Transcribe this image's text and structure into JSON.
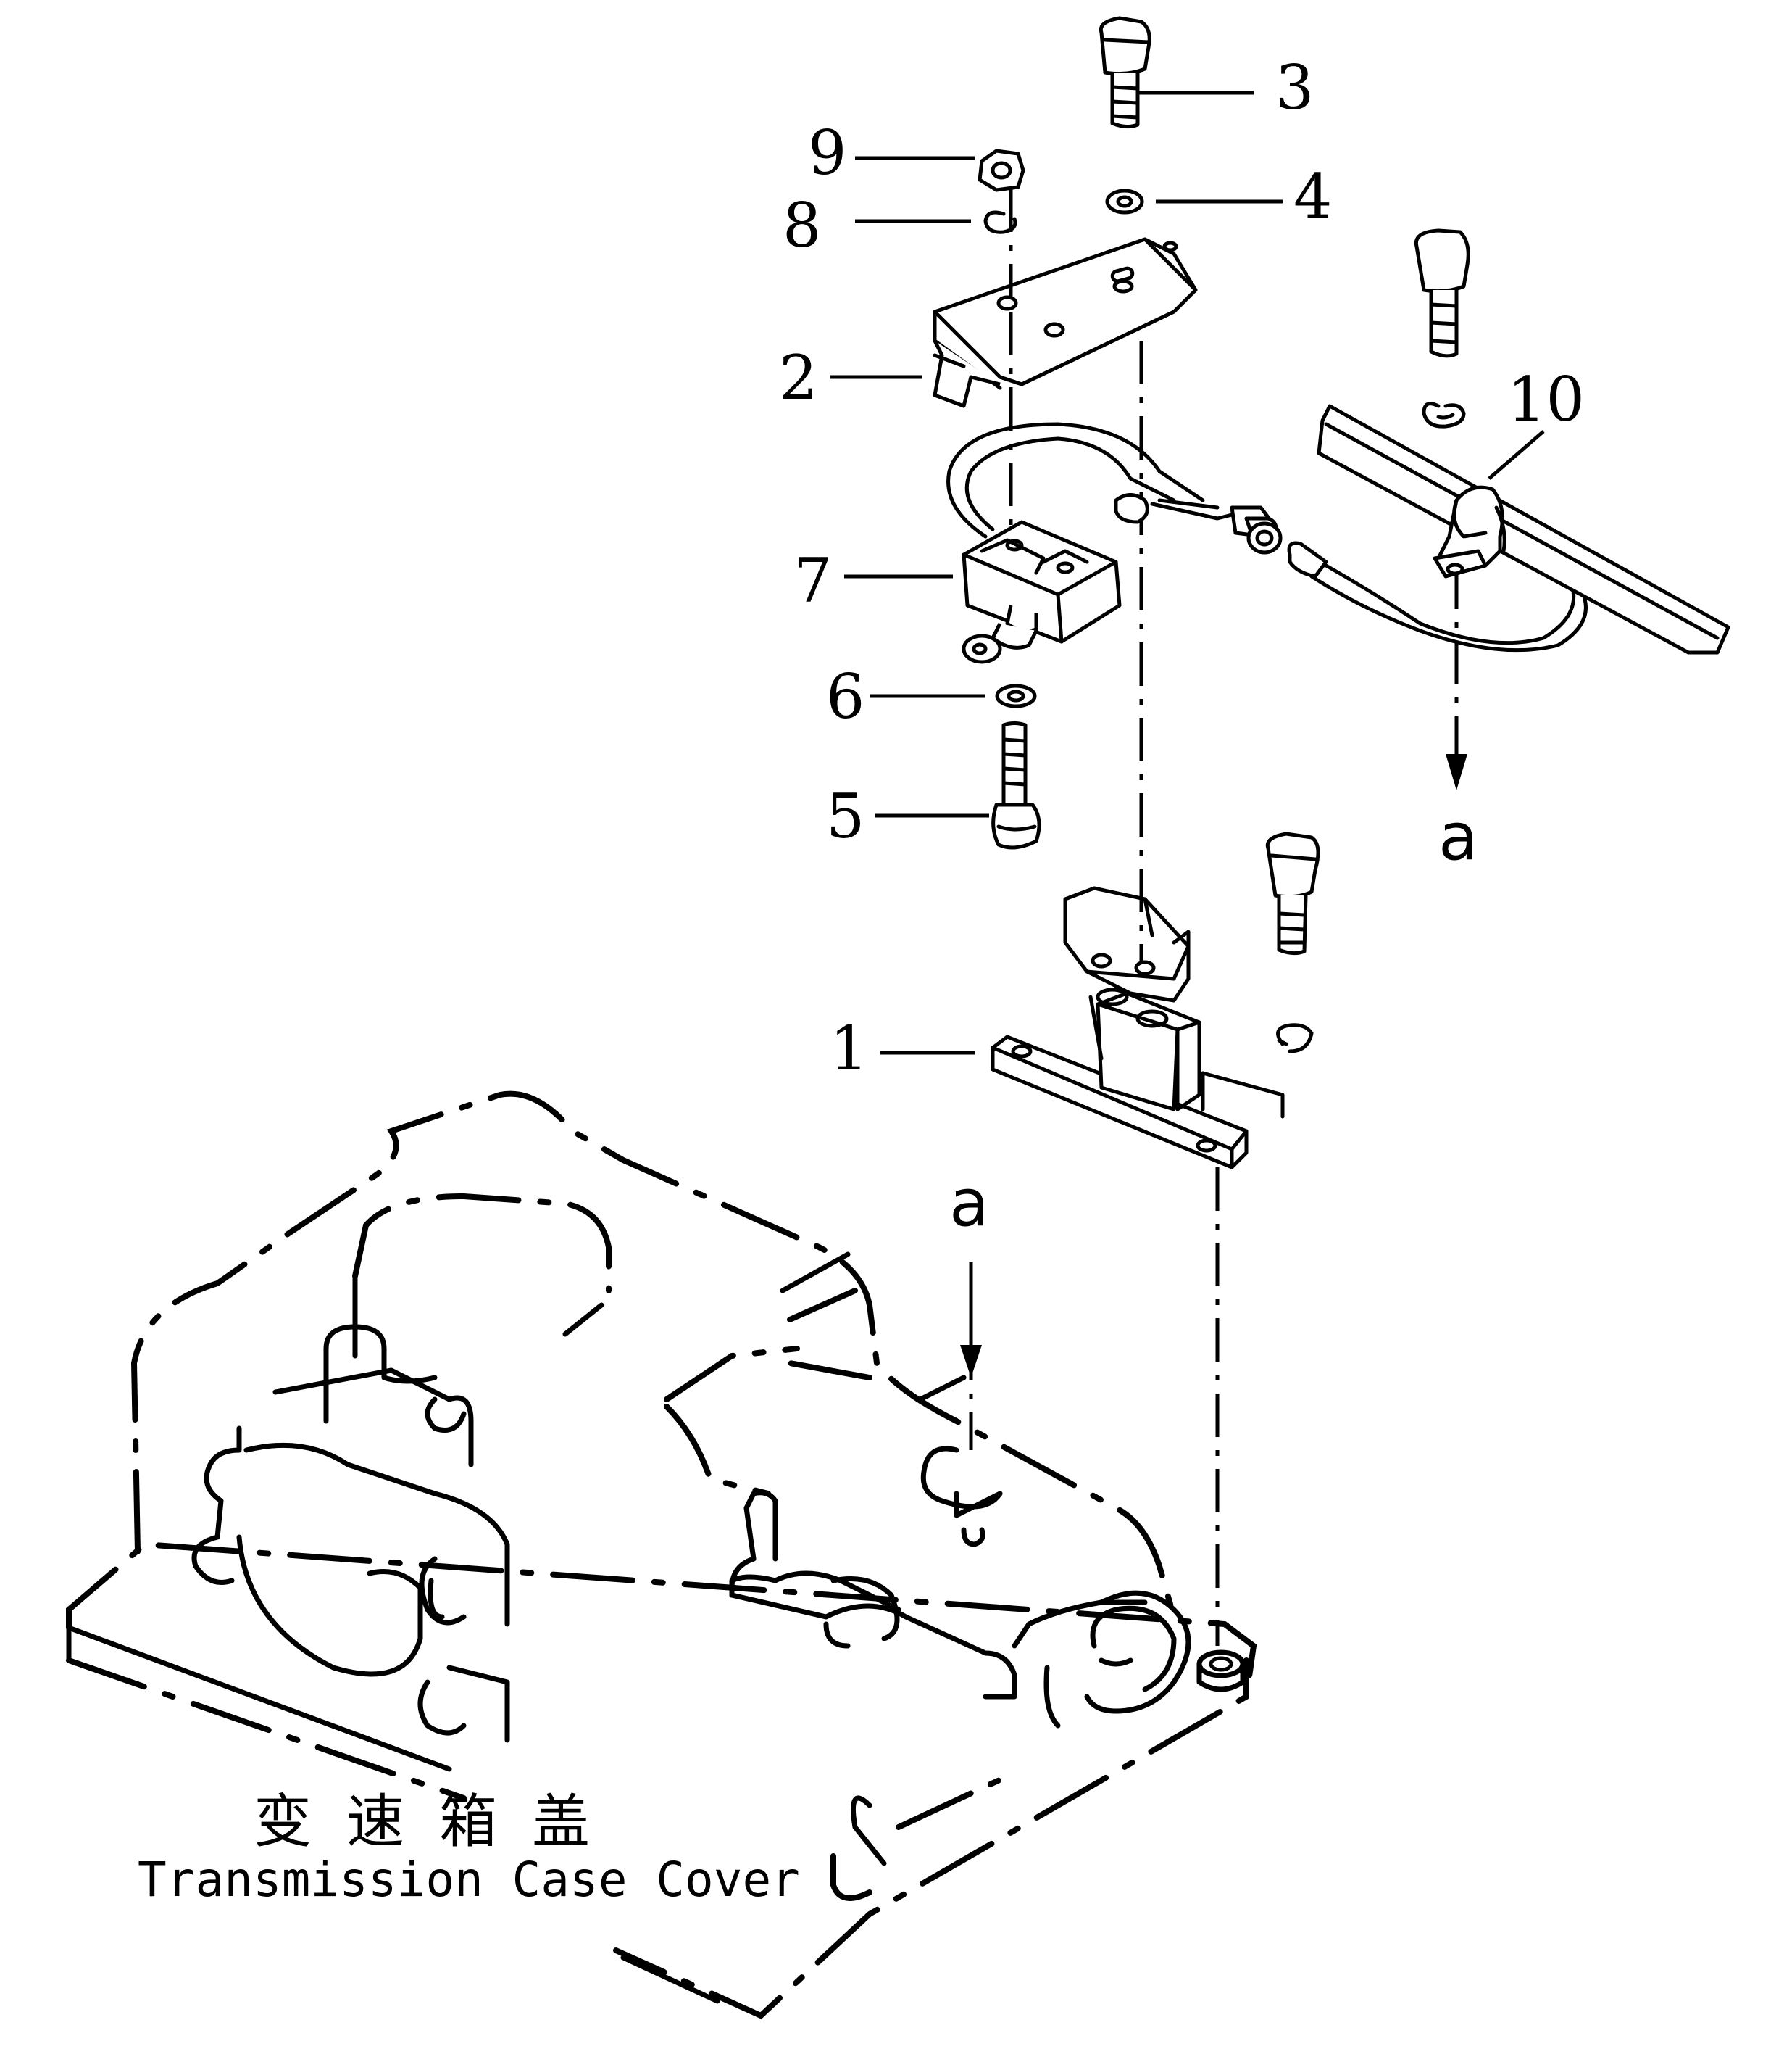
{
  "callouts": [
    {
      "id": "1",
      "label": "1"
    },
    {
      "id": "2",
      "label": "2"
    },
    {
      "id": "3",
      "label": "3"
    },
    {
      "id": "4",
      "label": "4"
    },
    {
      "id": "5",
      "label": "5"
    },
    {
      "id": "6",
      "label": "6"
    },
    {
      "id": "7",
      "label": "7"
    },
    {
      "id": "8",
      "label": "8"
    },
    {
      "id": "9",
      "label": "9"
    },
    {
      "id": "10",
      "label": "10"
    }
  ],
  "arrow_labels": {
    "upper": "a",
    "lower": "a"
  },
  "caption": {
    "chinese": "变速箱盖",
    "english": "Transmission Case Cover"
  }
}
